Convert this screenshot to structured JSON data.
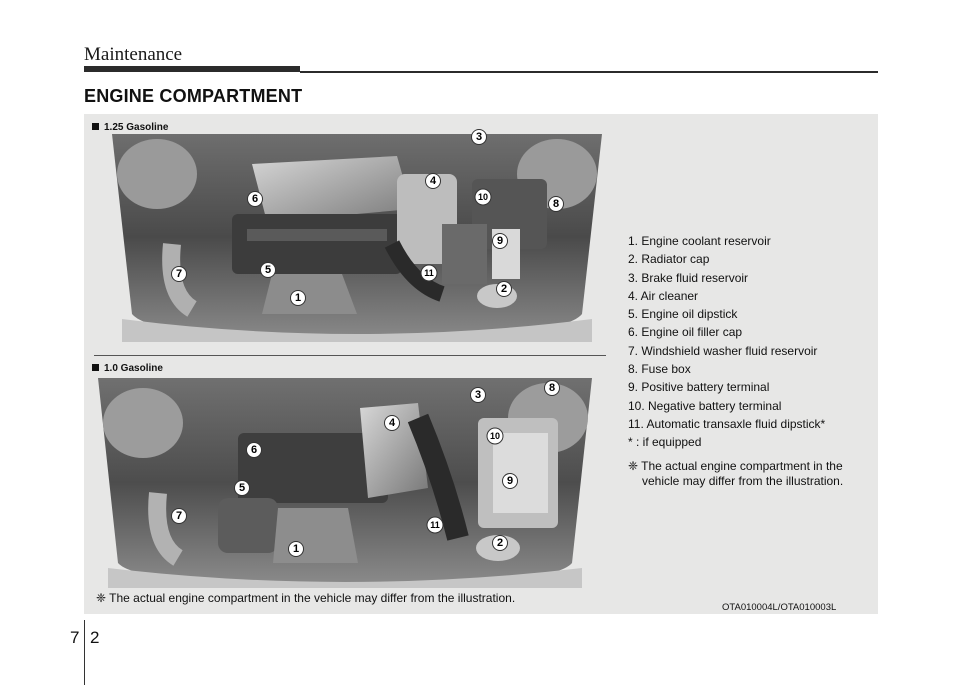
{
  "header": {
    "title": "Maintenance"
  },
  "section": {
    "title": "ENGINE COMPARTMENT"
  },
  "variants": [
    {
      "label": "1.25 Gasoline"
    },
    {
      "label": "1.0 Gasoline"
    }
  ],
  "callouts": [
    "1",
    "2",
    "3",
    "4",
    "5",
    "6",
    "7",
    "8",
    "9",
    "10",
    "11"
  ],
  "legend": [
    "1. Engine coolant reservoir",
    "2. Radiator cap",
    "3. Brake fluid reservoir",
    "4. Air cleaner",
    "5. Engine oil dipstick",
    "6. Engine oil filler cap",
    "7. Windshield washer fluid reservoir",
    "8. Fuse box",
    "9. Positive battery terminal",
    "10. Negative battery terminal",
    "11. Automatic transaxle fluid dipstick*",
    "* : if equipped"
  ],
  "note": "❈ The actual engine compartment in the vehicle may differ from the illustration.",
  "caption": "❈ The actual engine compartment in the vehicle may differ from the illustration.",
  "image_code": "OTA010004L/OTA010003L",
  "page": {
    "chapter": "7",
    "number": "2"
  }
}
